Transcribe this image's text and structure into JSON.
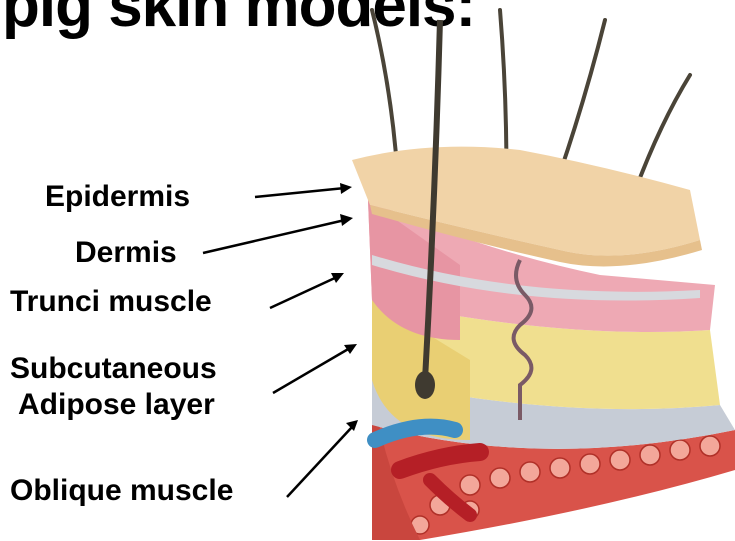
{
  "title": "pig skin models:",
  "labels": {
    "epidermis": "Epidermis",
    "dermis": "Dermis",
    "trunci": "Trunci muscle",
    "subcutaneous_line1": "Subcutaneous",
    "subcutaneous_line2": "Adipose layer",
    "oblique": "Oblique muscle"
  },
  "colors": {
    "epidermis": "#f1d3a7",
    "dermis": "#eea9b4",
    "adipose": "#f0df8f",
    "fascia": "#c6ccd6",
    "muscle": "#d9534a",
    "hair": "#4a4438",
    "artery": "#b51f26",
    "vein": "#3f8fc4"
  }
}
